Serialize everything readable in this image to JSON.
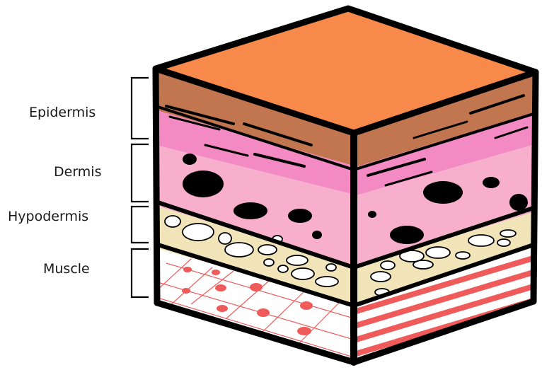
{
  "diagram": {
    "labels": {
      "epidermis": "Epidermis",
      "dermis": "Dermis",
      "hypodermis": "Hypodermis",
      "muscle": "Muscle"
    },
    "colors": {
      "top_face": "#f7894a",
      "epidermis": "#c27650",
      "dermis_upper": "#f48ac4",
      "dermis_lower": "#f7afcc",
      "hypodermis": "#f1e4b8",
      "muscle_bg": "#ffffff",
      "muscle_accent": "#ef5b5b",
      "outline": "#000000"
    }
  }
}
